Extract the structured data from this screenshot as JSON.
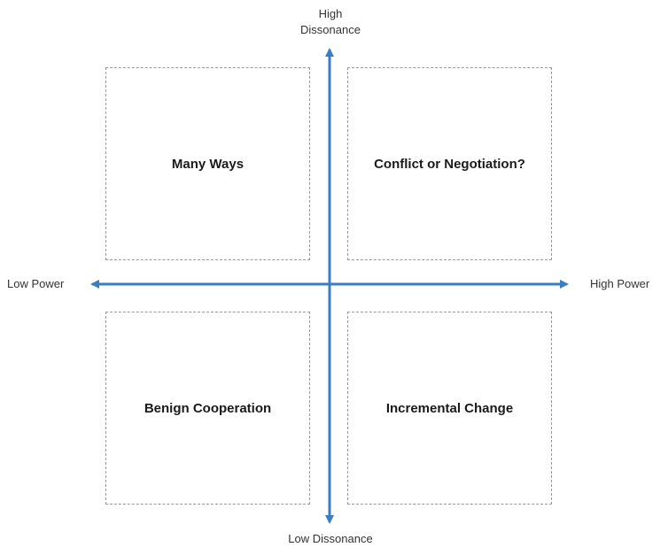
{
  "axes": {
    "y_top": [
      "High",
      "Dissonance"
    ],
    "y_bottom": "Low Dissonance",
    "x_left": "Low Power",
    "x_right": "High Power",
    "color": "#3a7dc0"
  },
  "quadrants": {
    "top_left": "Many Ways",
    "top_right": "Conflict or Negotiation?",
    "bottom_left": "Benign Cooperation",
    "bottom_right": "Incremental Change"
  }
}
